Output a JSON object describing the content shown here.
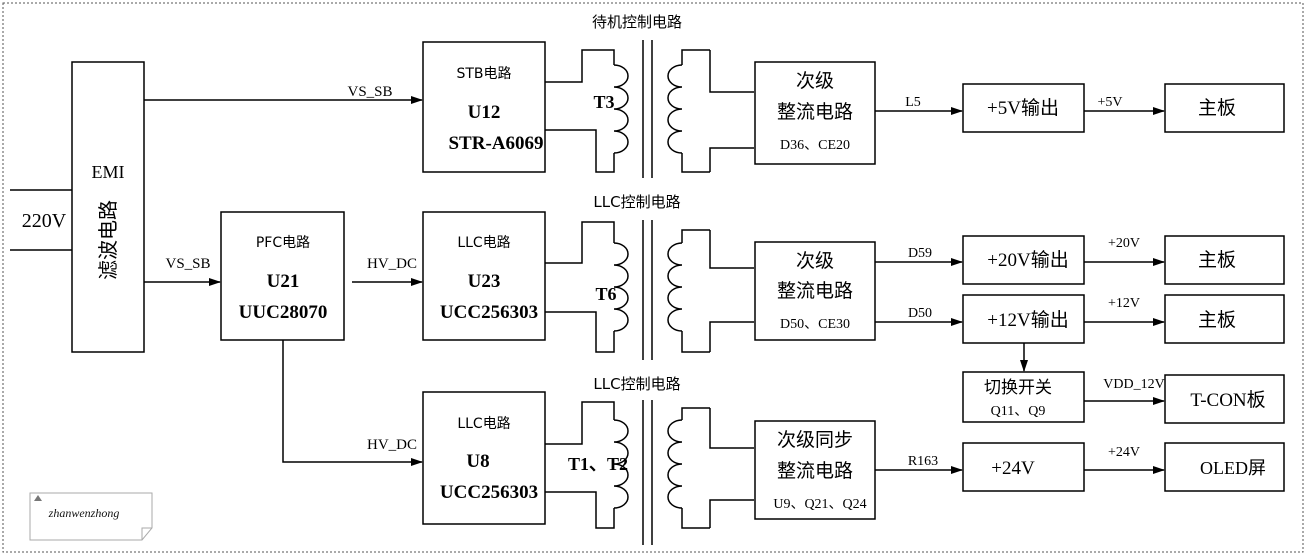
{
  "title_standby": "待机控制电路",
  "title_llc1": "LLC控制电路",
  "title_llc2": "LLC控制电路",
  "input": {
    "label": "220V"
  },
  "emi": {
    "title": "EMI",
    "subtitle": "滤波电路"
  },
  "signals": {
    "vs_sb_top": "VS_SB",
    "vs_sb_mid": "VS_SB",
    "hv_dc_1": "HV_DC",
    "hv_dc_2": "HV_DC",
    "l5": "L5",
    "plus5v": "+5V",
    "d59": "D59",
    "plus20v": "+20V",
    "d50": "D50",
    "plus12v": "+12V",
    "vdd12v": "VDD_12V",
    "r163": "R163",
    "plus24v": "+24V"
  },
  "blocks": {
    "stb": {
      "line1": "STB电路",
      "line2": "U12",
      "line3": "STR-A6069"
    },
    "pfc": {
      "line1": "PFC电路",
      "line2": "U21",
      "line3": "UUC28070"
    },
    "llc1": {
      "line1": "LLC电路",
      "line2": "U23",
      "line3": "UCC256303"
    },
    "llc2": {
      "line1": "LLC电路",
      "line2": "U8",
      "line3": "UCC256303"
    },
    "sec1": {
      "line1": "次级",
      "line2": "整流电路",
      "line3": "D36、CE20"
    },
    "sec2": {
      "line1": "次级",
      "line2": "整流电路",
      "line3": "D50、CE30"
    },
    "sec3": {
      "line1": "次级同步",
      "line2": "整流电路",
      "line3": "U9、Q21、Q24"
    },
    "out5v": {
      "label": "+5V输出"
    },
    "out20v": {
      "label": "+20V输出"
    },
    "out12v": {
      "label": "+12V输出"
    },
    "out24v": {
      "label": "+24V"
    },
    "switch": {
      "line1": "切换开关",
      "line2": "Q11、Q9"
    },
    "main1": {
      "label": "主板"
    },
    "main2": {
      "label": "主板"
    },
    "main3": {
      "label": "主板"
    },
    "tcon": {
      "label": "T-CON板"
    },
    "oled": {
      "label": "OLED屏"
    }
  },
  "transformers": {
    "t3": "T3",
    "t6": "T6",
    "t1t2": "T1、T2"
  },
  "watermark": "zhanwenzhong"
}
